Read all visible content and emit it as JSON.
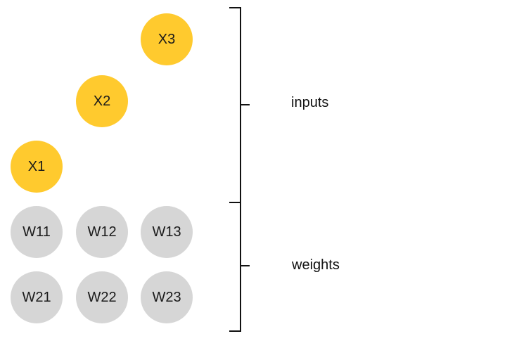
{
  "inputs": [
    {
      "label": "X3"
    },
    {
      "label": "X2"
    },
    {
      "label": "X1"
    }
  ],
  "weights": [
    {
      "label": "W11"
    },
    {
      "label": "W12"
    },
    {
      "label": "W13"
    },
    {
      "label": "W21"
    },
    {
      "label": "W22"
    },
    {
      "label": "W23"
    }
  ],
  "groups": {
    "inputs_label": "inputs",
    "weights_label": "weights"
  },
  "colors": {
    "input_node": "#ffca2e",
    "weight_node": "#d6d6d6",
    "bracket": "#111111"
  }
}
